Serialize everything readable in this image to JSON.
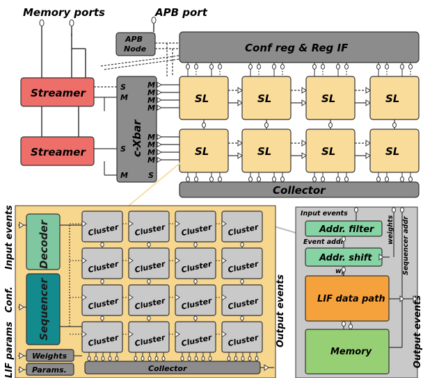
{
  "top_labels": {
    "memory_ports": "Memory ports",
    "apb_port": "APB port"
  },
  "top_diagram": {
    "apb_node": [
      "APB",
      "Node"
    ],
    "conf_reg": "Conf reg & Reg IF",
    "streamer": "Streamer",
    "cxbar": "c-Xbar",
    "sl": "SL",
    "collector": "Collector",
    "port_s": "S",
    "port_m": "M"
  },
  "core_diagram": {
    "input_events": "Input events",
    "conf": "Conf.",
    "lif_params": "LIF params",
    "decoder": "Decoder",
    "sequencer": "Sequencer",
    "weights": "Weights",
    "params": "Params.",
    "cluster": "Cluster",
    "collector": "Collector",
    "output_events": "Output events"
  },
  "cluster_diagram": {
    "input_events": "Input events",
    "addr_filter": "Addr. filter",
    "event_addr": "Event addr",
    "addr_shift": "Addr. shift",
    "weights": "weights",
    "sequencer_addr": "Sequencer addr",
    "wij": "w",
    "wij_sub": "ij",
    "lif_data_path": "LIF data path",
    "memory": "Memory",
    "output_events": "Output events"
  },
  "colors": {
    "streamer": "#ee6f6a",
    "sl": "#fadc9a",
    "gray_block": "#8c8c8c",
    "core_bg": "#f7d68e",
    "cluster": "#c9c9c9",
    "decoder": "#7fc7a0",
    "sequencer": "#138a8e",
    "lif": "#f5a23c",
    "memory": "#96cf74",
    "addr_block": "#86d3a4"
  }
}
